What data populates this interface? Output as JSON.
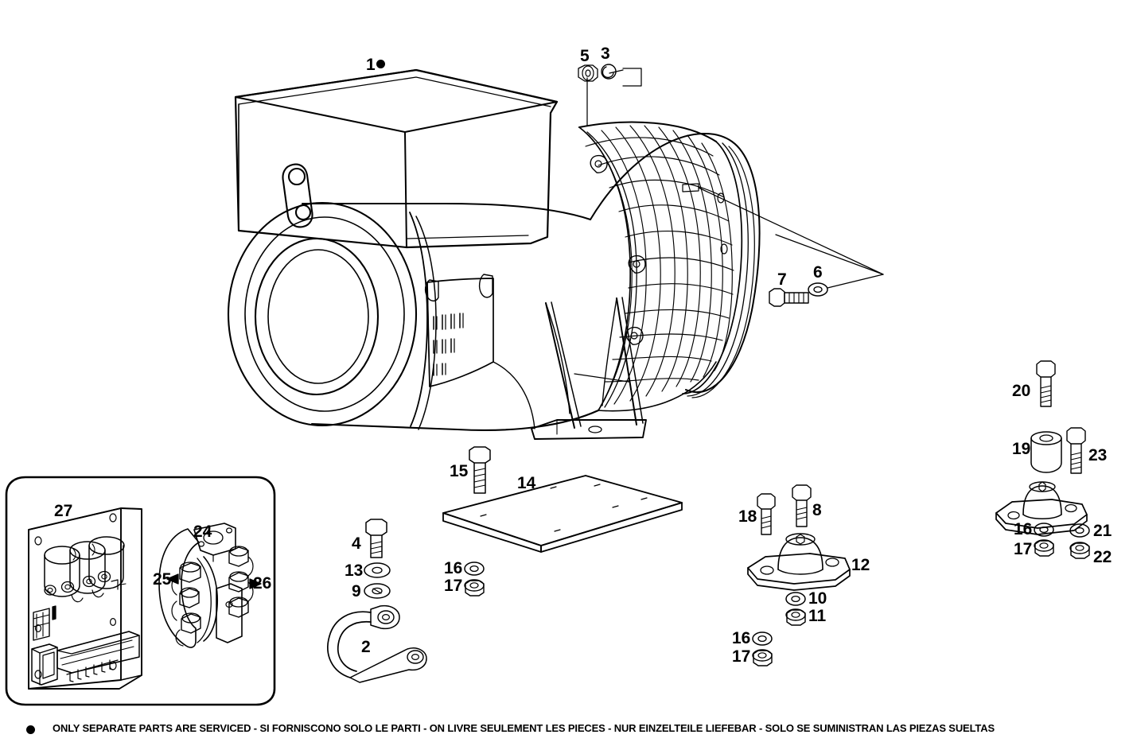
{
  "document": {
    "type": "exploded-parts-diagram",
    "subject": "alternator / generator assembly",
    "background_color": "#ffffff",
    "line_color": "#000000"
  },
  "footer": {
    "bullet": "●",
    "note": "ONLY SEPARATE PARTS ARE SERVICED - SI FORNISCONO SOLO LE PARTI - ON LIVRE SEULEMENT LES PIECES - NUR EINZELTEILE LIEFEBAR - SOLO SE SUMINISTRAN LAS PIEZAS SUELTAS"
  },
  "callouts": {
    "n1": "1",
    "n2": "2",
    "n3": "3",
    "n4": "4",
    "n5": "5",
    "n6": "6",
    "n7": "7",
    "n8": "8",
    "n9": "9",
    "n10": "10",
    "n11": "11",
    "n12": "12",
    "n13": "13",
    "n14": "14",
    "n15": "15",
    "n16a": "16",
    "n17a": "17",
    "n16b": "16",
    "n17b": "17",
    "n16c": "16",
    "n17c": "17",
    "n16d": "16",
    "n17d": "17",
    "n18": "18",
    "n19": "19",
    "n20": "20",
    "n21": "21",
    "n22": "22",
    "n23": "23",
    "n24": "24",
    "n25": "25",
    "n26": "26",
    "n27": "27"
  },
  "parts": [
    {
      "ref": "1",
      "name": "terminal box / cover",
      "marker": "bullet"
    },
    {
      "ref": "2",
      "name": "ground strap cable",
      "marker": ""
    },
    {
      "ref": "3",
      "name": "washer",
      "marker": ""
    },
    {
      "ref": "4",
      "name": "hex bolt",
      "marker": ""
    },
    {
      "ref": "5",
      "name": "lock nut",
      "marker": ""
    },
    {
      "ref": "6",
      "name": "washer",
      "marker": ""
    },
    {
      "ref": "7",
      "name": "hex bolt",
      "marker": ""
    },
    {
      "ref": "8",
      "name": "hex bolt",
      "marker": ""
    },
    {
      "ref": "9",
      "name": "lock washer",
      "marker": ""
    },
    {
      "ref": "10",
      "name": "flat washer",
      "marker": ""
    },
    {
      "ref": "11",
      "name": "hex nut",
      "marker": ""
    },
    {
      "ref": "12",
      "name": "anti-vibration mount",
      "marker": ""
    },
    {
      "ref": "13",
      "name": "flat washer",
      "marker": ""
    },
    {
      "ref": "14",
      "name": "mounting plate",
      "marker": ""
    },
    {
      "ref": "15",
      "name": "hex bolt",
      "marker": ""
    },
    {
      "ref": "16",
      "name": "flat washer",
      "marker": ""
    },
    {
      "ref": "17",
      "name": "hex nut",
      "marker": ""
    },
    {
      "ref": "18",
      "name": "hex bolt",
      "marker": ""
    },
    {
      "ref": "19",
      "name": "spacer bushing",
      "marker": ""
    },
    {
      "ref": "20",
      "name": "hex bolt",
      "marker": ""
    },
    {
      "ref": "21",
      "name": "flat washer",
      "marker": ""
    },
    {
      "ref": "22",
      "name": "hex nut",
      "marker": ""
    },
    {
      "ref": "23",
      "name": "hex bolt",
      "marker": ""
    },
    {
      "ref": "24",
      "name": "rectifier bridge plate",
      "marker": ""
    },
    {
      "ref": "25",
      "name": "diode (negative)",
      "marker": ""
    },
    {
      "ref": "26",
      "name": "diode (positive)",
      "marker": ""
    },
    {
      "ref": "27",
      "name": "voltage regulator board",
      "marker": ""
    }
  ]
}
